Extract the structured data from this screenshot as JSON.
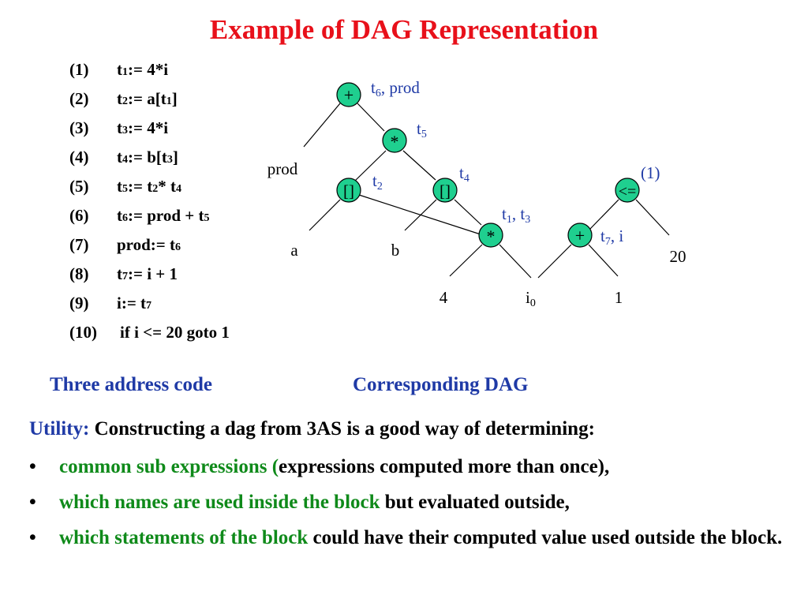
{
  "title": "Example of DAG Representation",
  "code_lines": [
    {
      "num": "(1)",
      "pre": "t",
      "sub": "1",
      "mid": ":= 4*i",
      "sub2": "",
      "post": ""
    },
    {
      "num": "(2)",
      "pre": "t",
      "sub": "2",
      "mid": ":= a[t",
      "sub2": "1",
      "post": "]"
    },
    {
      "num": "(3)",
      "pre": "t",
      "sub": "3",
      "mid": ":= 4*i",
      "sub2": "",
      "post": ""
    },
    {
      "num": "(4)",
      "pre": "t",
      "sub": "4",
      "mid": ":= b[t",
      "sub2": "3",
      "post": "]"
    },
    {
      "num": "(5)",
      "pre": "t",
      "sub": "5",
      "mid": ":= t",
      "sub2": "2",
      "post": " * t",
      "sub3": "4"
    },
    {
      "num": "(6)",
      "pre": "t",
      "sub": "6",
      "mid": ":= prod + t",
      "sub2": "5",
      "post": ""
    },
    {
      "num": "(7)",
      "pre": "prod:= t",
      "sub": "6",
      "mid": "",
      "sub2": "",
      "post": ""
    },
    {
      "num": "(8)",
      "pre": "t",
      "sub": "7",
      "mid": ":= i + 1",
      "sub2": "",
      "post": ""
    },
    {
      "num": "(9)",
      "pre": "i:= t",
      "sub": "7",
      "mid": "",
      "sub2": "",
      "post": ""
    },
    {
      "num": "(10)",
      "pre": "if i <= 20 goto 1",
      "sub": "",
      "mid": "",
      "sub2": "",
      "post": ""
    }
  ],
  "captions": {
    "left": "Three address code",
    "right": "Corresponding DAG"
  },
  "dag": {
    "node_color": "#1fcf8f",
    "label_color": "#1f3aa6",
    "nodes": [
      {
        "id": "plus_top",
        "op": "+"
      },
      {
        "id": "mul_top",
        "op": "*"
      },
      {
        "id": "idx_a",
        "op": "[]"
      },
      {
        "id": "idx_b",
        "op": "[]"
      },
      {
        "id": "mul_low",
        "op": "*"
      },
      {
        "id": "plus_i",
        "op": "+"
      },
      {
        "id": "le",
        "op": "<="
      }
    ],
    "leaves": {
      "prod": "prod",
      "a": "a",
      "b": "b",
      "four": "4",
      "i0": "i",
      "i0_sub": "0",
      "one": "1",
      "twenty": "20"
    },
    "labels": {
      "t6": "t",
      "t6_sub": "6",
      "t6_rest": ", prod",
      "t5": "t",
      "t5_sub": "5",
      "t2": "t",
      "t2_sub": "2",
      "t4": "t",
      "t4_sub": "4",
      "t1": "t",
      "t1_sub": "1",
      "t1_mid": ", t",
      "t3_sub": "3",
      "t7": "t",
      "t7_sub": "7",
      "t7_rest": ", i",
      "one_stmt": "(1)"
    }
  },
  "utility": {
    "lead": "Utility:",
    "text": " Constructing a dag from 3AS is a good way of determining:"
  },
  "bullets": [
    {
      "dot": "•",
      "hl": "common sub expressions (",
      "rest": "expressions computed more than once),"
    },
    {
      "dot": "•",
      "hl": "which names are used inside the block",
      "rest": " but evaluated outside,"
    },
    {
      "dot": "•",
      "hl": "which statements of the block",
      "rest": " could have their computed value used outside the block."
    }
  ],
  "colors": {
    "title": "#e8101a",
    "caption": "#1f3aa6",
    "highlight": "#0f8a1a"
  }
}
